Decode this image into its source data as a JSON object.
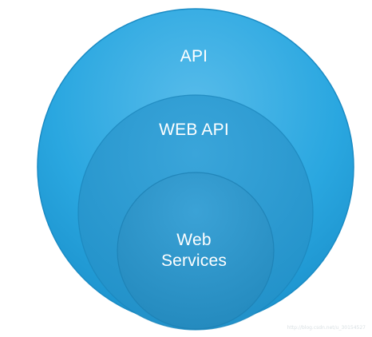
{
  "diagram": {
    "outer_label": "API",
    "middle_label": "WEB API",
    "inner_label_line1": "Web",
    "inner_label_line2": "Services"
  },
  "watermark": "http://blog.csdn.net/u_30154527",
  "colors": {
    "outer_top": "#4fb3e6",
    "outer_bottom": "#1f9bd6",
    "middle": "#2a99d1",
    "inner": "#2d93c6"
  }
}
